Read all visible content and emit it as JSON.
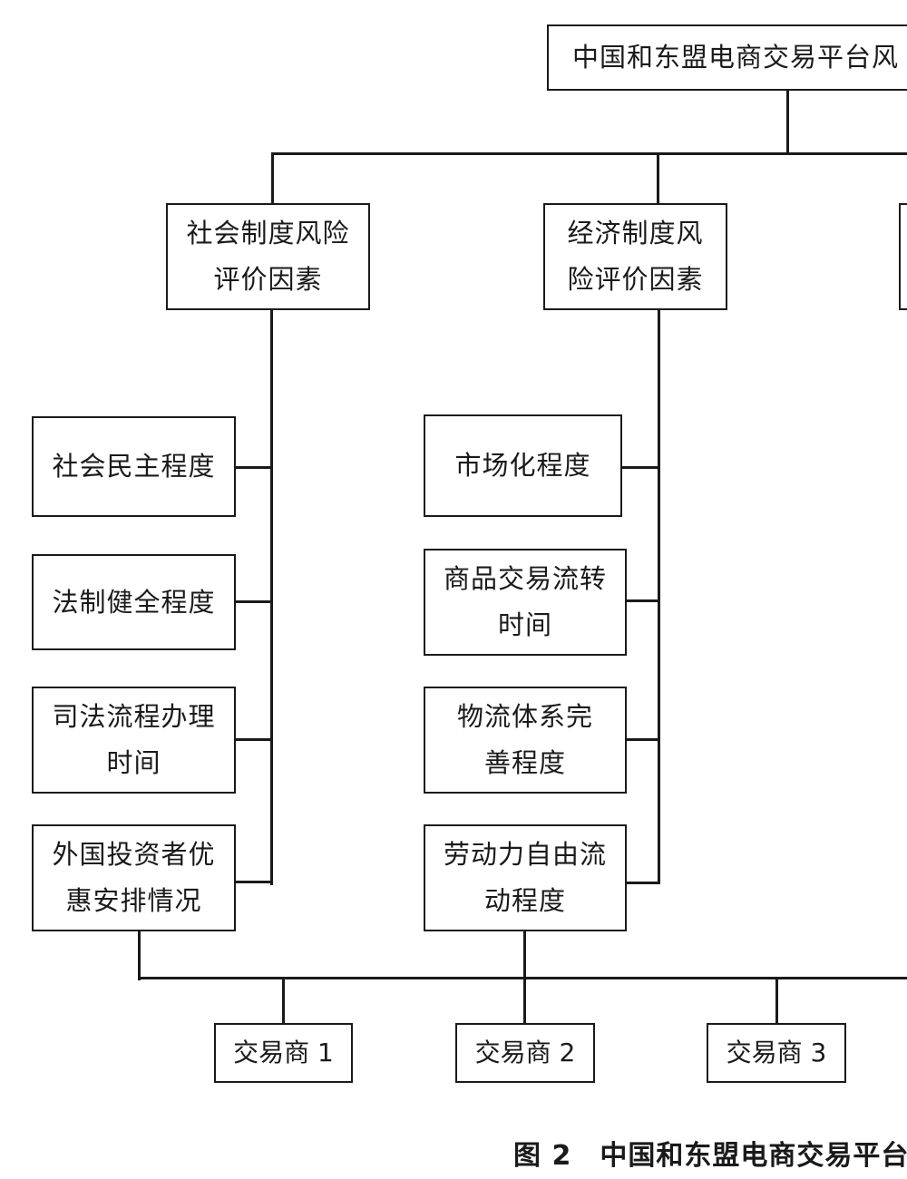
{
  "diagram": {
    "root": {
      "label": "中国和东盟电商交易平台风"
    },
    "categories": [
      {
        "label": "社会制度风险\n评价因素"
      },
      {
        "label": "经济制度风\n险评价因素"
      }
    ],
    "social_factors": [
      {
        "label": "社会民主程度"
      },
      {
        "label": "法制健全程度"
      },
      {
        "label": "司法流程办理\n时间"
      },
      {
        "label": "外国投资者优\n惠安排情况"
      }
    ],
    "economic_factors": [
      {
        "label": "市场化程度"
      },
      {
        "label": "商品交易流转\n时间"
      },
      {
        "label": "物流体系完\n善程度"
      },
      {
        "label": "劳动力自由流\n动程度"
      }
    ],
    "traders": [
      {
        "label": "交易商 1"
      },
      {
        "label": "交易商 2"
      },
      {
        "label": "交易商 3"
      }
    ]
  },
  "caption": "图 2　中国和东盟电商交易平台"
}
